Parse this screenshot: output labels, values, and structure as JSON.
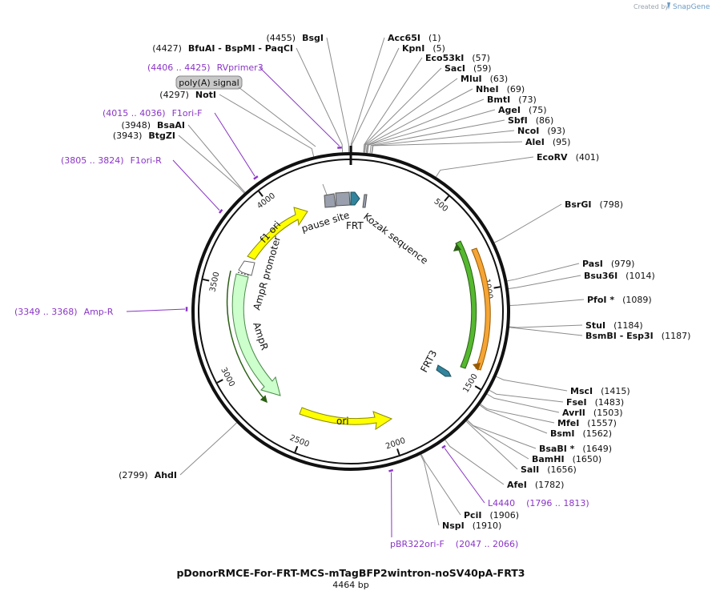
{
  "credit": {
    "prefix": "Created by",
    "brand": "SnapGene"
  },
  "plasmid": {
    "name": "pDonorRMCE-For-FRT-MCS-mTagBFP2wintron-noSV40pA-FRT3",
    "length_label": "4464 bp",
    "length": 4464
  },
  "tick_labels": [
    "500",
    "1000",
    "1500",
    "2000",
    "2500",
    "3000",
    "3500",
    "4000"
  ],
  "sites": [
    {
      "name": "Acc65I",
      "pos": "(1)",
      "bp": 1
    },
    {
      "name": "KpnI",
      "pos": "(5)",
      "bp": 5
    },
    {
      "name": "Eco53kI",
      "pos": "(57)",
      "bp": 57
    },
    {
      "name": "SacI",
      "pos": "(59)",
      "bp": 59
    },
    {
      "name": "MluI",
      "pos": "(63)",
      "bp": 63
    },
    {
      "name": "NheI",
      "pos": "(69)",
      "bp": 69
    },
    {
      "name": "BmtI",
      "pos": "(73)",
      "bp": 73
    },
    {
      "name": "AgeI",
      "pos": "(75)",
      "bp": 75
    },
    {
      "name": "SbfI",
      "pos": "(86)",
      "bp": 86
    },
    {
      "name": "NcoI",
      "pos": "(93)",
      "bp": 93
    },
    {
      "name": "AleI",
      "pos": "(95)",
      "bp": 95
    },
    {
      "name": "EcoRV",
      "pos": "(401)",
      "bp": 401
    },
    {
      "name": "BsrGI",
      "pos": "(798)",
      "bp": 798
    },
    {
      "name": "PasI",
      "pos": "(979)",
      "bp": 979
    },
    {
      "name": "Bsu36I",
      "pos": "(1014)",
      "bp": 1014
    },
    {
      "name": "PfoI *",
      "pos": "(1089)",
      "bp": 1089
    },
    {
      "name": "StuI",
      "pos": "(1184)",
      "bp": 1184
    },
    {
      "name": "BsmBI - Esp3I",
      "pos": "(1187)",
      "bp": 1187
    },
    {
      "name": "MscI",
      "pos": "(1415)",
      "bp": 1415
    },
    {
      "name": "FseI",
      "pos": "(1483)",
      "bp": 1483
    },
    {
      "name": "AvrII",
      "pos": "(1503)",
      "bp": 1503
    },
    {
      "name": "MfeI",
      "pos": "(1557)",
      "bp": 1557
    },
    {
      "name": "BsmI",
      "pos": "(1562)",
      "bp": 1562
    },
    {
      "name": "BsaBI *",
      "pos": "(1649)",
      "bp": 1649
    },
    {
      "name": "BamHI",
      "pos": "(1650)",
      "bp": 1650
    },
    {
      "name": "SalI",
      "pos": "(1656)",
      "bp": 1656
    },
    {
      "name": "AfeI",
      "pos": "(1782)",
      "bp": 1782
    },
    {
      "name": "PciI",
      "pos": "(1906)",
      "bp": 1906
    },
    {
      "name": "NspI",
      "pos": "(1910)",
      "bp": 1910
    },
    {
      "name": "AhdI",
      "pos": "(2799)",
      "bp": 2799
    },
    {
      "name": "BtgZI",
      "pos": "(3943)",
      "bp": 3943
    },
    {
      "name": "BsaAI",
      "pos": "(3948)",
      "bp": 3948
    },
    {
      "name": "NotI",
      "pos": "(4297)",
      "bp": 4297
    },
    {
      "name": "BfuAI - BspMI - PaqCI",
      "pos": "(4427)",
      "bp": 4427
    },
    {
      "name": "BsgI",
      "pos": "(4455)",
      "bp": 4455
    }
  ],
  "primers": [
    {
      "name": "RVprimer3",
      "range": "(4406 .. 4425)",
      "start": 4406,
      "end": 4425
    },
    {
      "name": "F1ori-F",
      "range": "(4015 .. 4036)",
      "start": 4015,
      "end": 4036
    },
    {
      "name": "F1ori-R",
      "range": "(3805 .. 3824)",
      "start": 3805,
      "end": 3824
    },
    {
      "name": "Amp-R",
      "range": "(3349 .. 3368)",
      "start": 3349,
      "end": 3368
    },
    {
      "name": "L4440",
      "range": "(1796 .. 1813)",
      "start": 1796,
      "end": 1813
    },
    {
      "name": "pBR322ori-F",
      "range": "(2047 .. 2066)",
      "start": 2047,
      "end": 2066
    }
  ],
  "features": [
    {
      "name": "poly(A) signal"
    },
    {
      "name": "pause site"
    },
    {
      "name": "FRT"
    },
    {
      "name": "Kozak sequence"
    },
    {
      "name": "f1 ori"
    },
    {
      "name": "AmpR promoter"
    },
    {
      "name": "AmpR"
    },
    {
      "name": "ori"
    },
    {
      "name": "FRT3"
    }
  ],
  "colors": {
    "backbone": "#111111",
    "site_line": "#8c8c8c",
    "primer": "#8a35c6",
    "f1ori": "#ffff00",
    "ampr": "#ccffcc",
    "ori": "#ffff00",
    "frt": "#31849b",
    "pause": "#999999",
    "orange_feature": "#f4a535",
    "green_feature": "#55b82f"
  }
}
